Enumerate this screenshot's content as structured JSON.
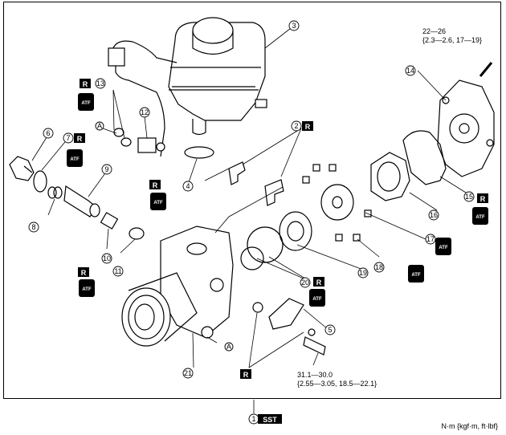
{
  "callouts": [
    "1",
    "2",
    "3",
    "4",
    "5",
    "6",
    "7",
    "8",
    "9",
    "10",
    "11",
    "12",
    "13",
    "14",
    "15",
    "16",
    "17",
    "18",
    "19",
    "20",
    "21"
  ],
  "letters": {
    "r": "R",
    "a": "A",
    "atf": "ATF",
    "sst": "SST"
  },
  "torque_top": {
    "line1": "22—26",
    "line2": "{2.3—2.6, 17—19}"
  },
  "torque_bottom": {
    "line1": "31.1—30.0",
    "line2": "{2.55—3.05, 18.5—22.1}"
  },
  "units": "N·m {kgf·m, ft·lbf}"
}
